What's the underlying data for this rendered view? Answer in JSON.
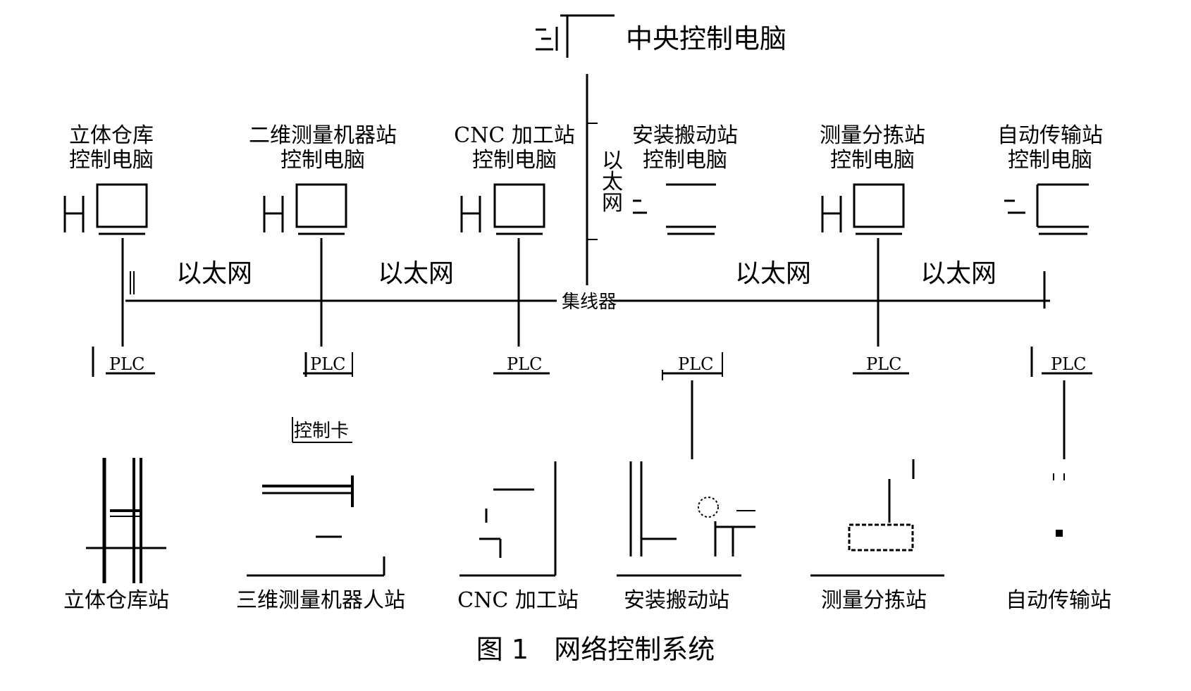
{
  "central": {
    "label": "中央控制电脑"
  },
  "ethernet_label": "以太网",
  "ethernet_vertical": [
    "以",
    "太",
    "网"
  ],
  "hub_label": "集线器",
  "plc_label": "PLC",
  "control_card_label": "控制卡",
  "stations": [
    {
      "computer_line1": "立体仓库",
      "computer_line2": "控制电脑",
      "station_name": "立体仓库站"
    },
    {
      "computer_line1": "二维测量机器站",
      "computer_line2": "控制电脑",
      "station_name": "三维测量机器人站"
    },
    {
      "computer_line1": "CNC 加工站",
      "computer_line2": "控制电脑",
      "station_name": "CNC 加工站"
    },
    {
      "computer_line1": "安装搬动站",
      "computer_line2": "控制电脑",
      "station_name": "安装搬动站"
    },
    {
      "computer_line1": "测量分拣站",
      "computer_line2": "控制电脑",
      "station_name": "测量分拣站"
    },
    {
      "computer_line1": "自动传输站",
      "computer_line2": "控制电脑",
      "station_name": "自动传输站"
    }
  ],
  "caption": "图 1   网络控制系统"
}
